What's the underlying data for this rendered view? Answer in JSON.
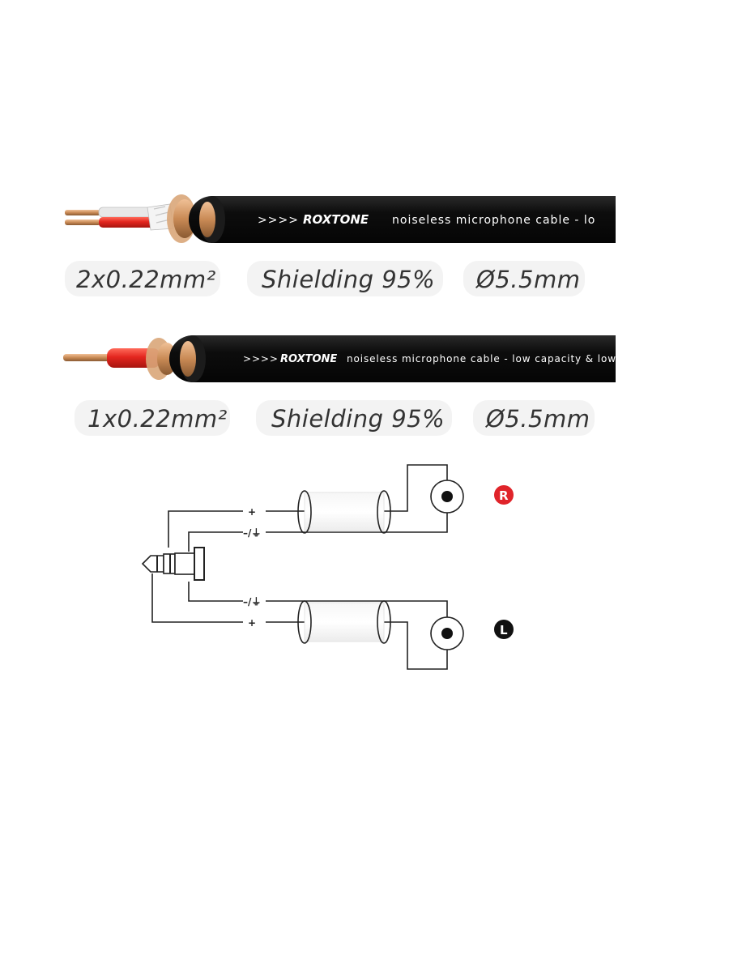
{
  "cables": [
    {
      "arrows": ">>>>",
      "brand": "ROXTONE",
      "printed_text": "noiseless microphone cable - lo",
      "conductor": "2x0.22mm²",
      "shielding": "Shielding 95%",
      "diameter": "Ø5.5mm"
    },
    {
      "arrows": ">>>>",
      "brand": "ROXTONE",
      "printed_text": "noiseless microphone cable - low capacity & low",
      "conductor": "1x0.22mm²",
      "shielding": "Shielding 95%",
      "diameter": "Ø5.5mm"
    }
  ],
  "wiring": {
    "pin_labels": {
      "plus": "+",
      "ground": "–/⏚"
    },
    "right_channel": {
      "label": "R",
      "color": "#e0242a"
    },
    "left_channel": {
      "label": "L",
      "color": "#111111"
    }
  },
  "colors": {
    "cable_jacket": "#0d0d0d",
    "inner_insulation": "#e3261f",
    "copper": "#c98a55"
  }
}
